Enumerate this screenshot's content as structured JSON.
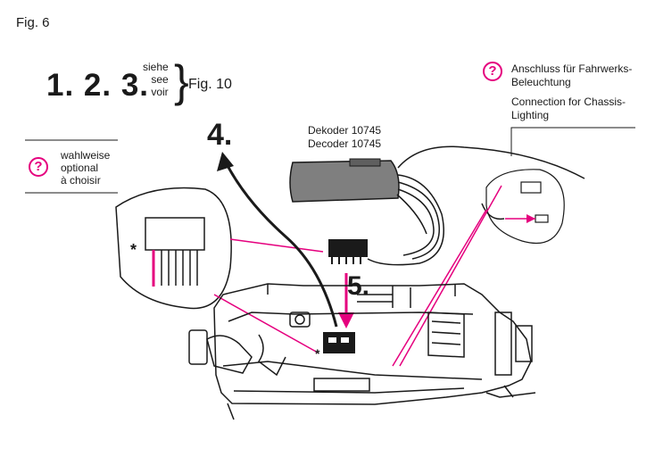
{
  "figure": {
    "label": "Fig. 6"
  },
  "steps": {
    "first": "1. 2. 3.",
    "refs": [
      "siehe",
      "see",
      "voir"
    ],
    "brace": "}",
    "figref": "Fig. 10",
    "step4": "4.",
    "step5": "5."
  },
  "decoder": {
    "line1": "Dekoder 10745",
    "line2": "Decoder 10745"
  },
  "chassis_note": {
    "de_line1": "Anschluss für Fahrwerks-",
    "de_line2": "Beleuchtung",
    "en_line1": "Connection for Chassis-",
    "en_line2": "Lighting"
  },
  "optional": {
    "line1": "wahlweise",
    "line2": "optional",
    "line3": "à choisir"
  },
  "icons": {
    "question": "?",
    "pin_marker": "*"
  },
  "colors": {
    "accent": "#e5007e",
    "ink": "#1a1a1a"
  }
}
